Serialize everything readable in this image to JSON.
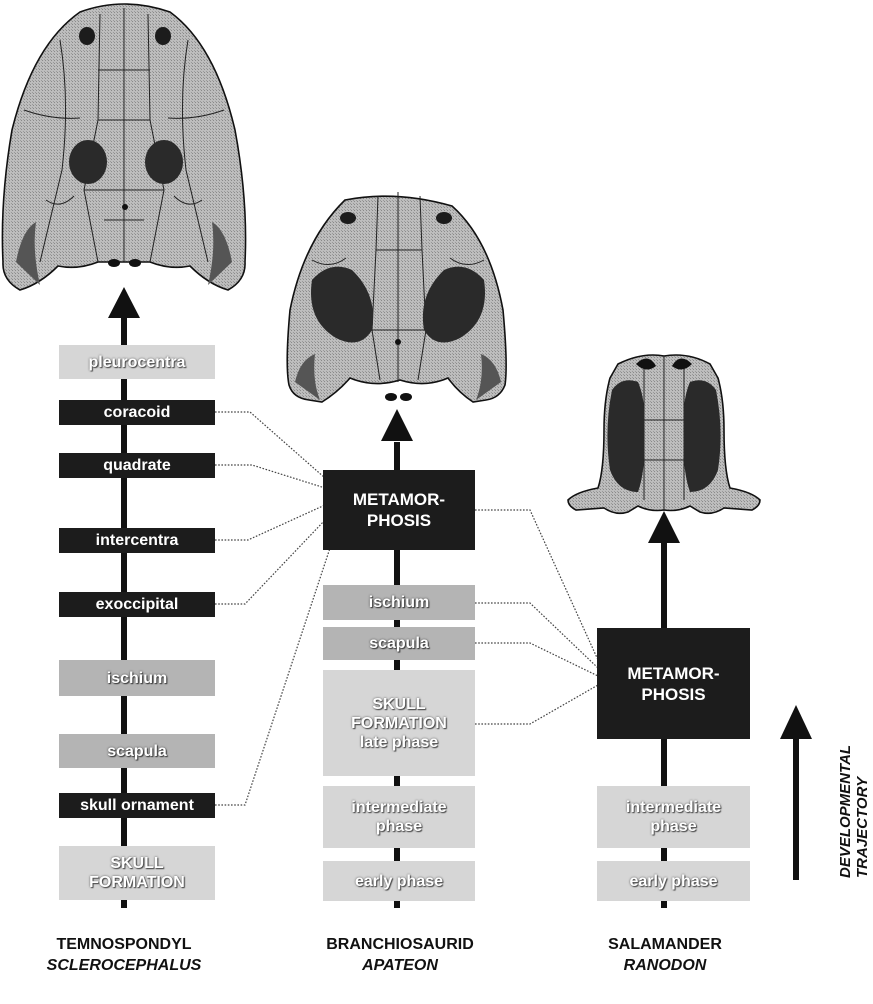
{
  "columns": [
    {
      "name": "TEMNOSPONDYL",
      "genus": "SCLEROCEPHALUS",
      "boxes": [
        {
          "label": "pleurocentra",
          "shade": "light"
        },
        {
          "label": "coracoid",
          "shade": "dark"
        },
        {
          "label": "quadrate",
          "shade": "dark"
        },
        {
          "label": "intercentra",
          "shade": "dark"
        },
        {
          "label": "exoccipital",
          "shade": "dark"
        },
        {
          "label": "ischium",
          "shade": "mid"
        },
        {
          "label": "scapula",
          "shade": "mid"
        },
        {
          "label": "skull ornament",
          "shade": "dark"
        },
        {
          "label": "SKULL\nFORMATION",
          "shade": "light"
        }
      ]
    },
    {
      "name": "BRANCHIOSAURID",
      "genus": "APATEON",
      "boxes": [
        {
          "label": "METAMOR-\nPHOSIS",
          "shade": "dark"
        },
        {
          "label": "ischium",
          "shade": "mid"
        },
        {
          "label": "scapula",
          "shade": "mid"
        },
        {
          "label": "SKULL\nFORMATION\nlate phase",
          "shade": "light"
        },
        {
          "label": "intermediate\nphase",
          "shade": "light"
        },
        {
          "label": "early phase",
          "shade": "light"
        }
      ]
    },
    {
      "name": "SALAMANDER",
      "genus": "RANODON",
      "boxes": [
        {
          "label": "METAMOR-\nPHOSIS",
          "shade": "dark"
        },
        {
          "label": "intermediate\nphase",
          "shade": "light"
        },
        {
          "label": "early phase",
          "shade": "light"
        }
      ]
    }
  ],
  "trajectory_label": "DEVELOPMENTAL\nTRAJECTORY",
  "colors": {
    "dark_box": "#1c1c1c",
    "light_box": "#d6d6d6",
    "mid_box": "#b4b4b4",
    "skull": "#b8b8b8",
    "orbit": "#2a2a2a"
  }
}
